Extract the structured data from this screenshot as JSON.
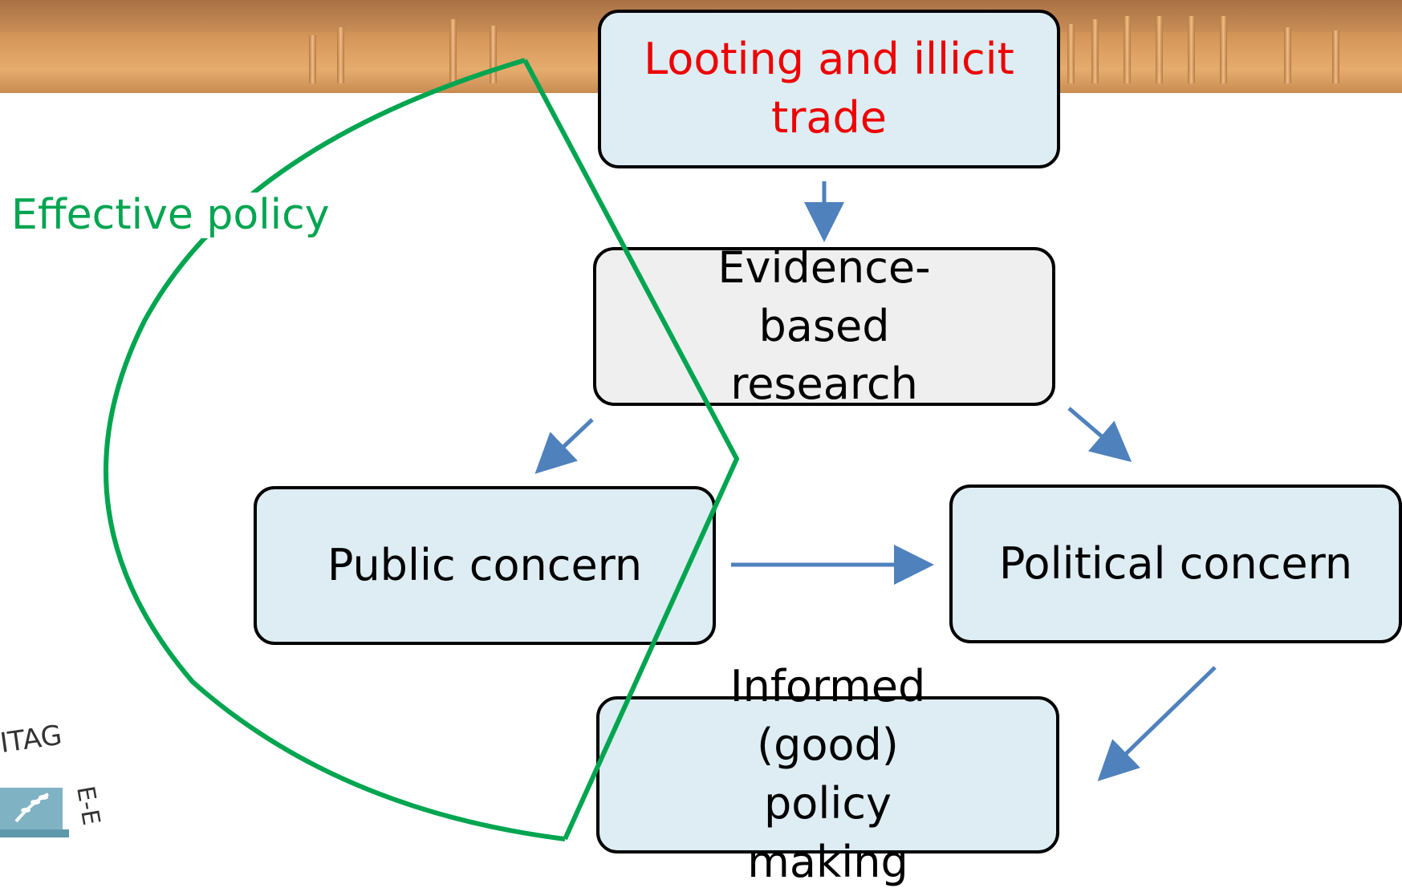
{
  "boxes": {
    "looting": {
      "label": "Looting and illicit trade"
    },
    "research": {
      "label": "Evidence-based research"
    },
    "public": {
      "label": "Public concern"
    },
    "political": {
      "label": "Political concern"
    },
    "informed": {
      "label": "Informed (good) policy making"
    }
  },
  "cycle_label": "Effective policy",
  "logo": {
    "text": "ITAGE-E"
  },
  "colors": {
    "arrow": "#4f81bd",
    "cycle": "#00a550",
    "highlight_text": "#ee0000",
    "box_fill": "#ddedf3",
    "box_fill_neutral": "#efefef"
  }
}
